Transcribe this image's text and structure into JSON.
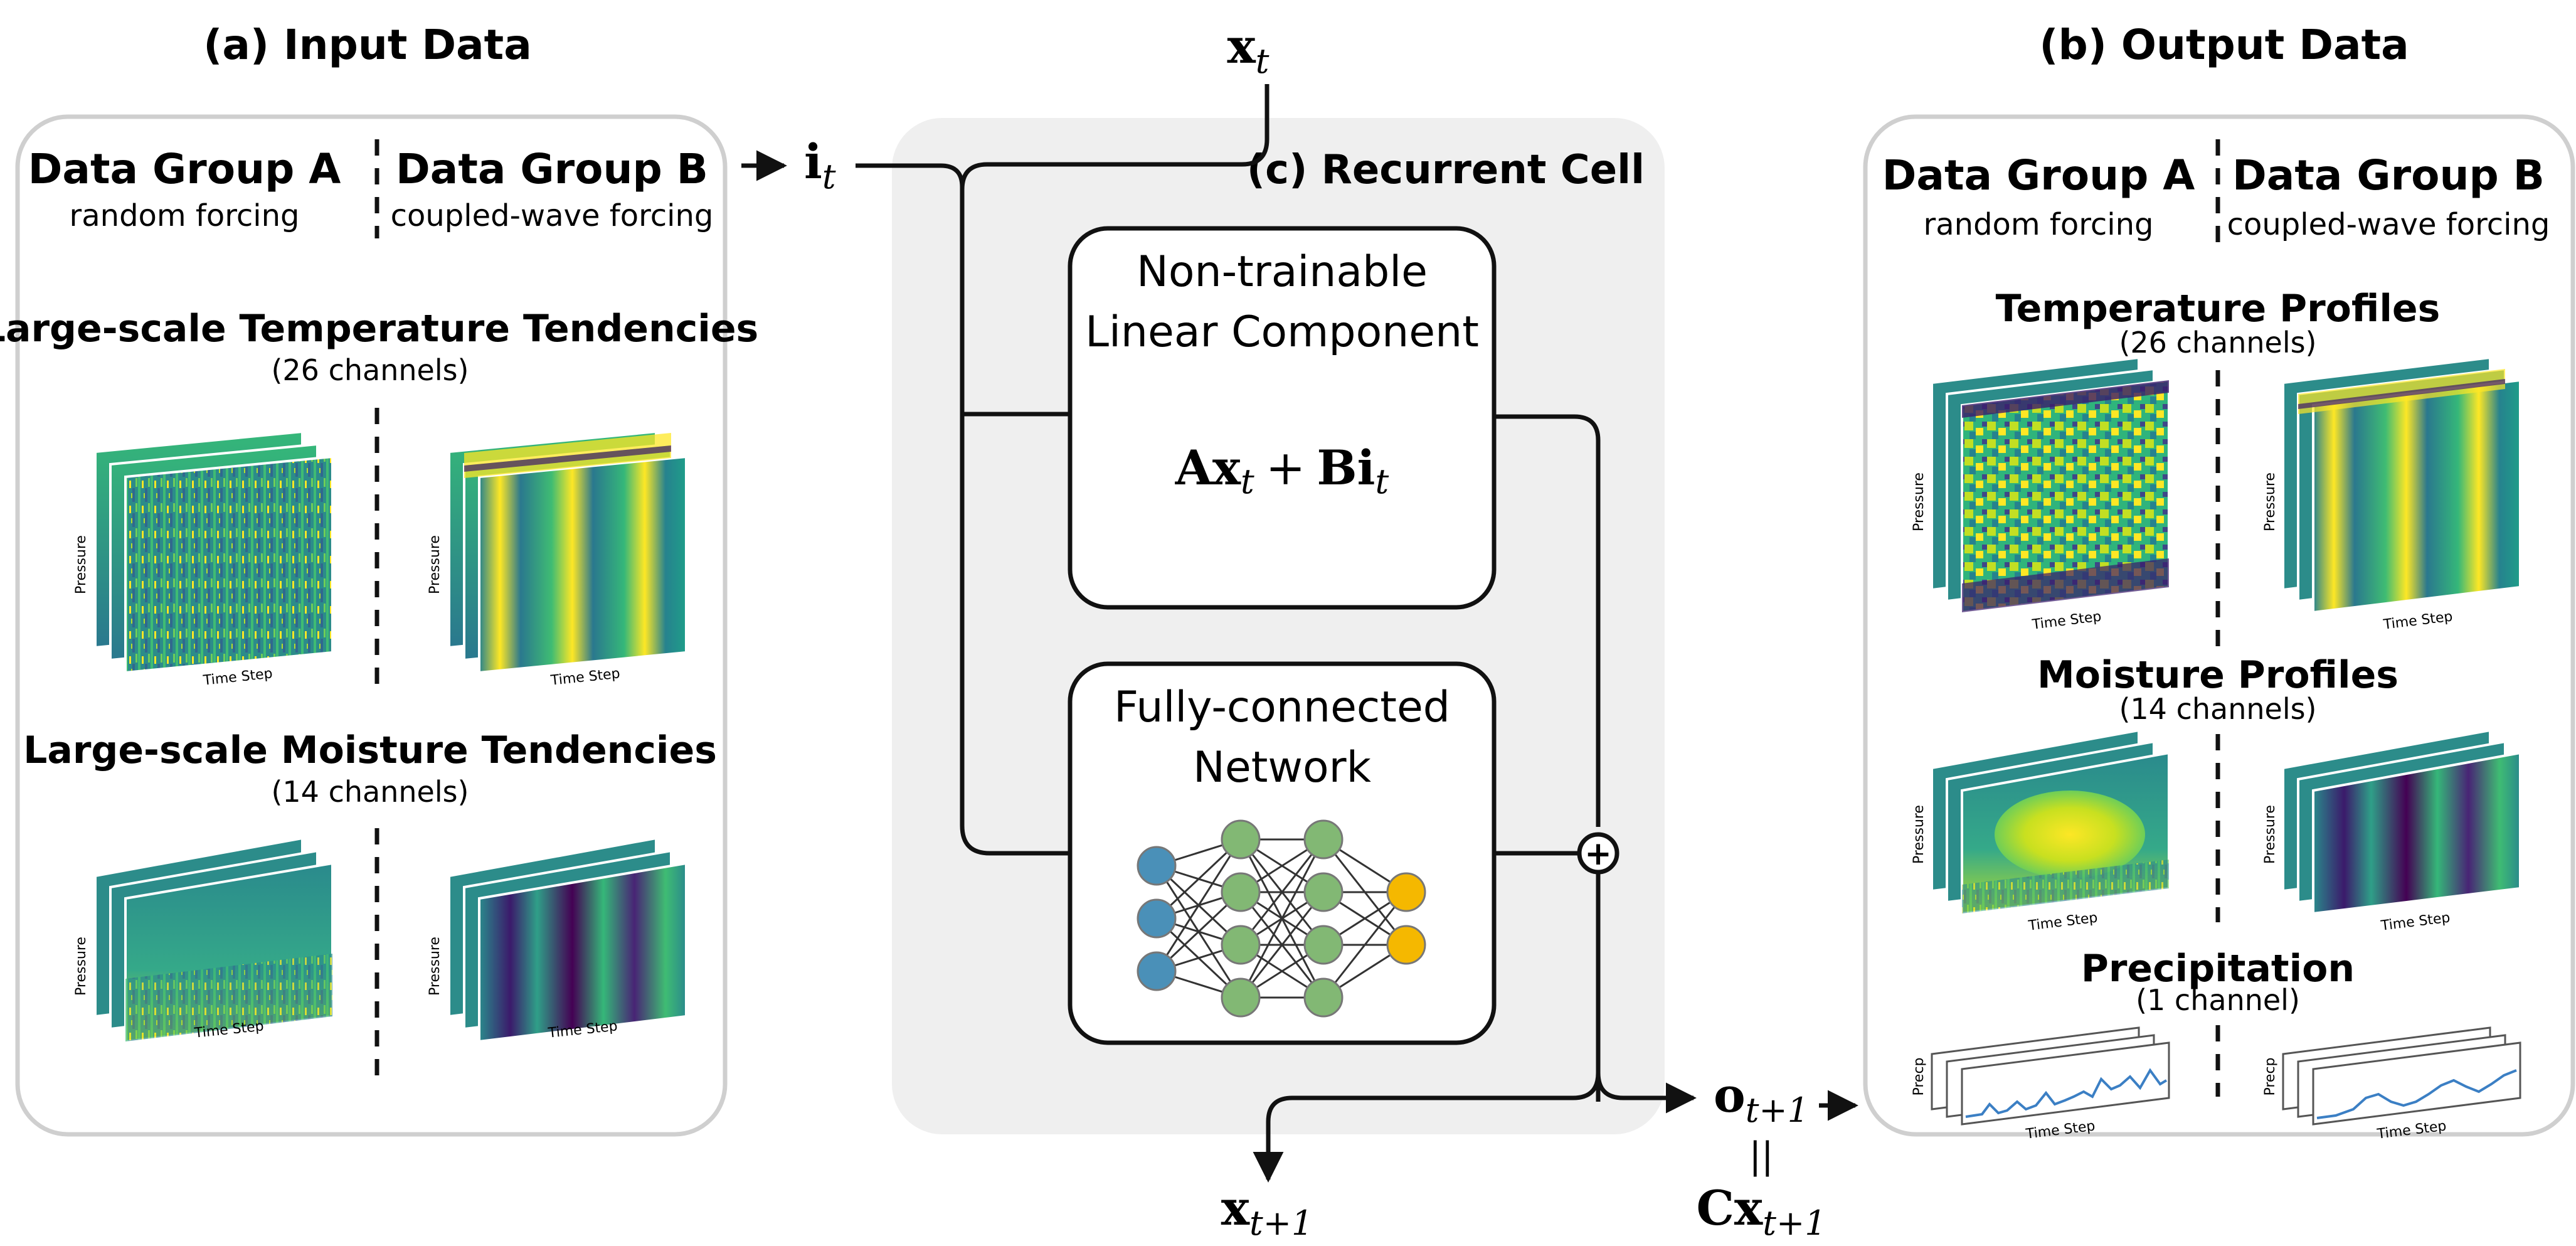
{
  "input_panel": {
    "title": "(a) Input Data",
    "group_a": {
      "name": "Data Group A",
      "sub": "random forcing"
    },
    "group_b": {
      "name": "Data Group B",
      "sub": "coupled-wave forcing"
    },
    "temperature": {
      "title": "Large-scale Temperature Tendencies",
      "channels": "(26 channels)"
    },
    "moisture": {
      "title": "Large-scale Moisture Tendencies",
      "channels": "(14 channels)"
    }
  },
  "output_panel": {
    "title": "(b) Output Data",
    "group_a": {
      "name": "Data Group A",
      "sub": "random forcing"
    },
    "group_b": {
      "name": "Data Group B",
      "sub": "coupled-wave forcing"
    },
    "temperature": {
      "title": "Temperature Profiles",
      "channels": "(26 channels)"
    },
    "moisture": {
      "title": "Moisture Profiles",
      "channels": "(14 channels)"
    },
    "precipitation": {
      "title": "Precipitation",
      "channels": "(1 channel)"
    }
  },
  "recurrent_cell": {
    "title": "(c) Recurrent Cell",
    "linear": {
      "line1": "Non-trainable",
      "line2": "Linear Component",
      "eq_A": "Ax",
      "eq_plus": "+",
      "eq_B": "Bi",
      "sub": "t"
    },
    "network": {
      "line1": "Fully-connected",
      "line2": "Network"
    },
    "sum_symbol": "+"
  },
  "variables": {
    "x_t": {
      "base": "x",
      "sub": "t"
    },
    "i_t": {
      "base": "i",
      "sub": "t"
    },
    "x_t1": {
      "base": "x",
      "sub": "t+1"
    },
    "o_t1": {
      "base": "o",
      "sub": "t+1"
    },
    "equals": "||",
    "cx_t1": {
      "base": "Cx",
      "sub": "t+1"
    }
  },
  "axis_labels": {
    "pressure": "Pressure",
    "time": "Time Step",
    "precip": "Precp"
  },
  "colors": {
    "panel_border": "#cfcfcf",
    "cell_bg": "#efefef",
    "node_input": "#4a90b8",
    "node_hidden": "#82b874",
    "node_output": "#f5b800",
    "viridis_dark": "#440154",
    "viridis_mid": "#21908c",
    "viridis_bright": "#fde725",
    "precip_line": "#3b7fc4"
  }
}
